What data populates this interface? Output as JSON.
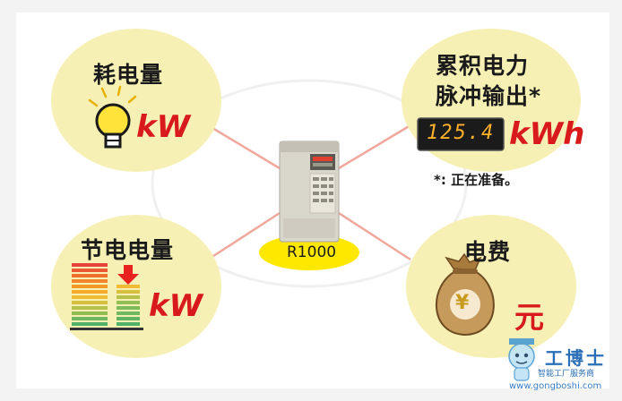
{
  "bubbles": {
    "top_left": {
      "title": "耗电量",
      "unit": "kW"
    },
    "top_right": {
      "title_line1": "累积电力",
      "title_line2": "脉冲输出*",
      "lcd_value": "125.4",
      "unit": "kWh",
      "note": "*: 正在准备。"
    },
    "bottom_left": {
      "title": "节电电量",
      "unit": "kW"
    },
    "bottom_right": {
      "title": "电费",
      "unit": "元",
      "bag_symbol": "¥"
    }
  },
  "device": {
    "model": "R1000"
  },
  "watermark": {
    "brand": "工博士",
    "tagline": "智能工厂服务商",
    "url": "www.gongboshi.com"
  },
  "colors": {
    "bubble_fill": "#f7f0b4",
    "connector": "#f2a79c",
    "unit_red": "#d81a1a",
    "device_base": "#ffe800"
  }
}
